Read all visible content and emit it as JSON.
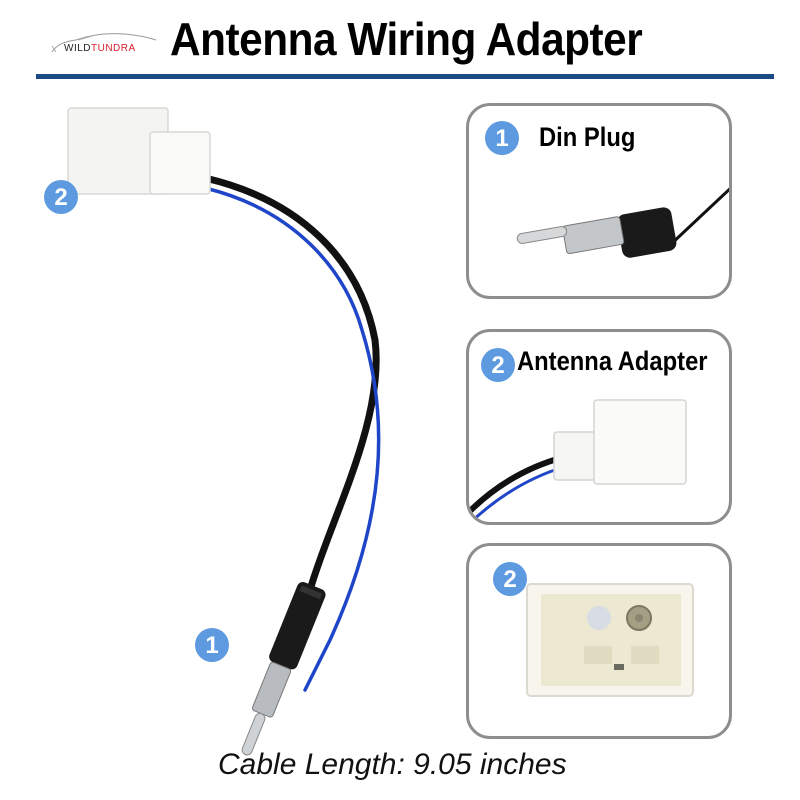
{
  "header": {
    "logo": {
      "word1": "WILD",
      "word2": "TUNDRA",
      "word1_color": "#222222",
      "word2_color": "#d5202e"
    },
    "title": "Antenna Wiring Adapter",
    "rule_color": "#1c4a84"
  },
  "main_product": {
    "callouts": [
      {
        "number": "2",
        "target": "antenna-adapter-connector"
      },
      {
        "number": "1",
        "target": "din-plug"
      }
    ],
    "wire_colors": {
      "black": "#111111",
      "blue": "#1f45c8"
    }
  },
  "panels": [
    {
      "number": "1",
      "label": "Din Plug",
      "icon": "din-plug-icon"
    },
    {
      "number": "2",
      "label": "Antenna Adapter",
      "icon": "adapter-plug-icon"
    },
    {
      "number": "2",
      "label": "",
      "icon": "connector-socket-icon"
    }
  ],
  "badge_color": "#5e9ae0",
  "footer": {
    "caption": "Cable Length: 9.05 inches"
  }
}
